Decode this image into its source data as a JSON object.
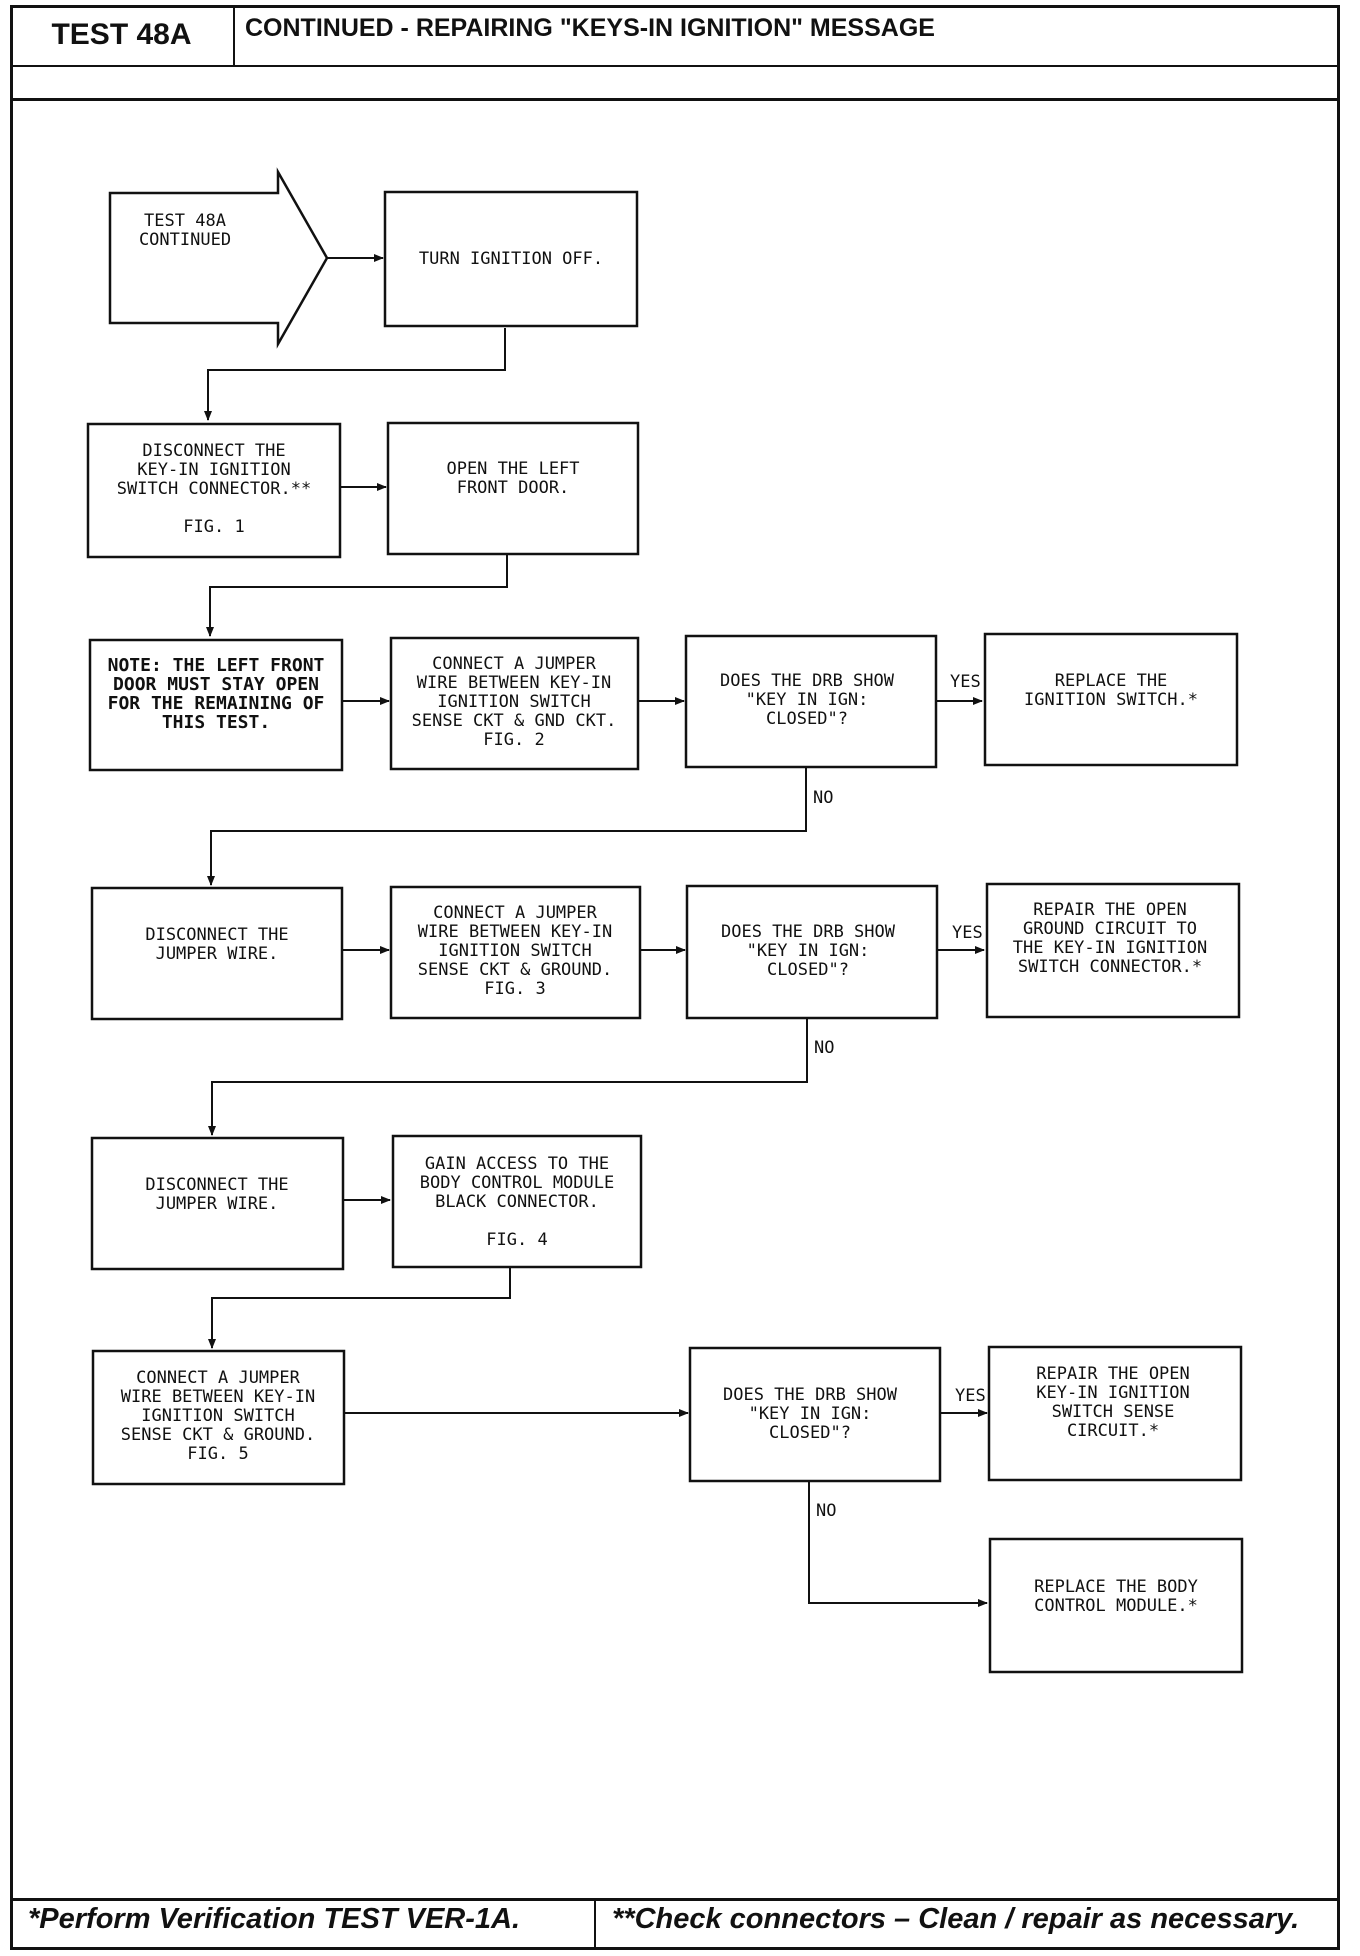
{
  "header": {
    "test_id": "TEST 48A",
    "title": "CONTINUED - REPAIRING \"KEYS-IN IGNITION\" MESSAGE"
  },
  "footer": {
    "left": "*Perform Verification TEST VER-1A.",
    "right": "**Check connectors – Clean / repair as necessary."
  },
  "flow": {
    "start": [
      "TEST 48A",
      "CONTINUED"
    ],
    "turn_off": [
      "TURN IGNITION OFF."
    ],
    "disconnect_switch": [
      "DISCONNECT THE",
      "KEY-IN IGNITION",
      "SWITCH CONNECTOR.**",
      "",
      "FIG. 1"
    ],
    "open_door": [
      "OPEN THE LEFT",
      "FRONT DOOR."
    ],
    "note": [
      "NOTE: THE LEFT FRONT",
      "DOOR MUST STAY OPEN",
      "FOR THE REMAINING OF",
      "THIS TEST."
    ],
    "jumper_gnd_ckt": [
      "CONNECT A JUMPER",
      "WIRE BETWEEN KEY-IN",
      "IGNITION SWITCH",
      "SENSE CKT & GND CKT.",
      "FIG. 2"
    ],
    "question_1": [
      "DOES THE DRB SHOW",
      "\"KEY IN IGN:",
      "CLOSED\"?"
    ],
    "replace_switch": [
      "REPLACE THE",
      "IGNITION SWITCH.*"
    ],
    "disconnect_jumper_1": [
      "DISCONNECT THE",
      "JUMPER WIRE."
    ],
    "jumper_ground_1": [
      "CONNECT A JUMPER",
      "WIRE BETWEEN KEY-IN",
      "IGNITION SWITCH",
      "SENSE CKT & GROUND.",
      "FIG. 3"
    ],
    "question_2": [
      "DOES THE DRB SHOW",
      "\"KEY IN IGN:",
      "CLOSED\"?"
    ],
    "repair_ground": [
      "REPAIR THE OPEN",
      "GROUND CIRCUIT TO",
      "THE KEY-IN IGNITION",
      "SWITCH CONNECTOR.*"
    ],
    "disconnect_jumper_2": [
      "DISCONNECT THE",
      "JUMPER WIRE."
    ],
    "gain_access": [
      "GAIN ACCESS TO THE",
      "BODY CONTROL MODULE",
      "BLACK CONNECTOR.",
      "",
      "FIG. 4"
    ],
    "jumper_ground_2": [
      "CONNECT A JUMPER",
      "WIRE BETWEEN KEY-IN",
      "IGNITION SWITCH",
      "SENSE CKT & GROUND.",
      "FIG. 5"
    ],
    "question_3": [
      "DOES THE DRB SHOW",
      "\"KEY IN IGN:",
      "CLOSED\"?"
    ],
    "repair_sense": [
      "REPAIR THE OPEN",
      "KEY-IN IGNITION",
      "SWITCH SENSE",
      "CIRCUIT.*"
    ],
    "replace_bcm": [
      "REPLACE THE BODY",
      "CONTROL MODULE.*"
    ],
    "yes": "YES",
    "no": "NO"
  }
}
